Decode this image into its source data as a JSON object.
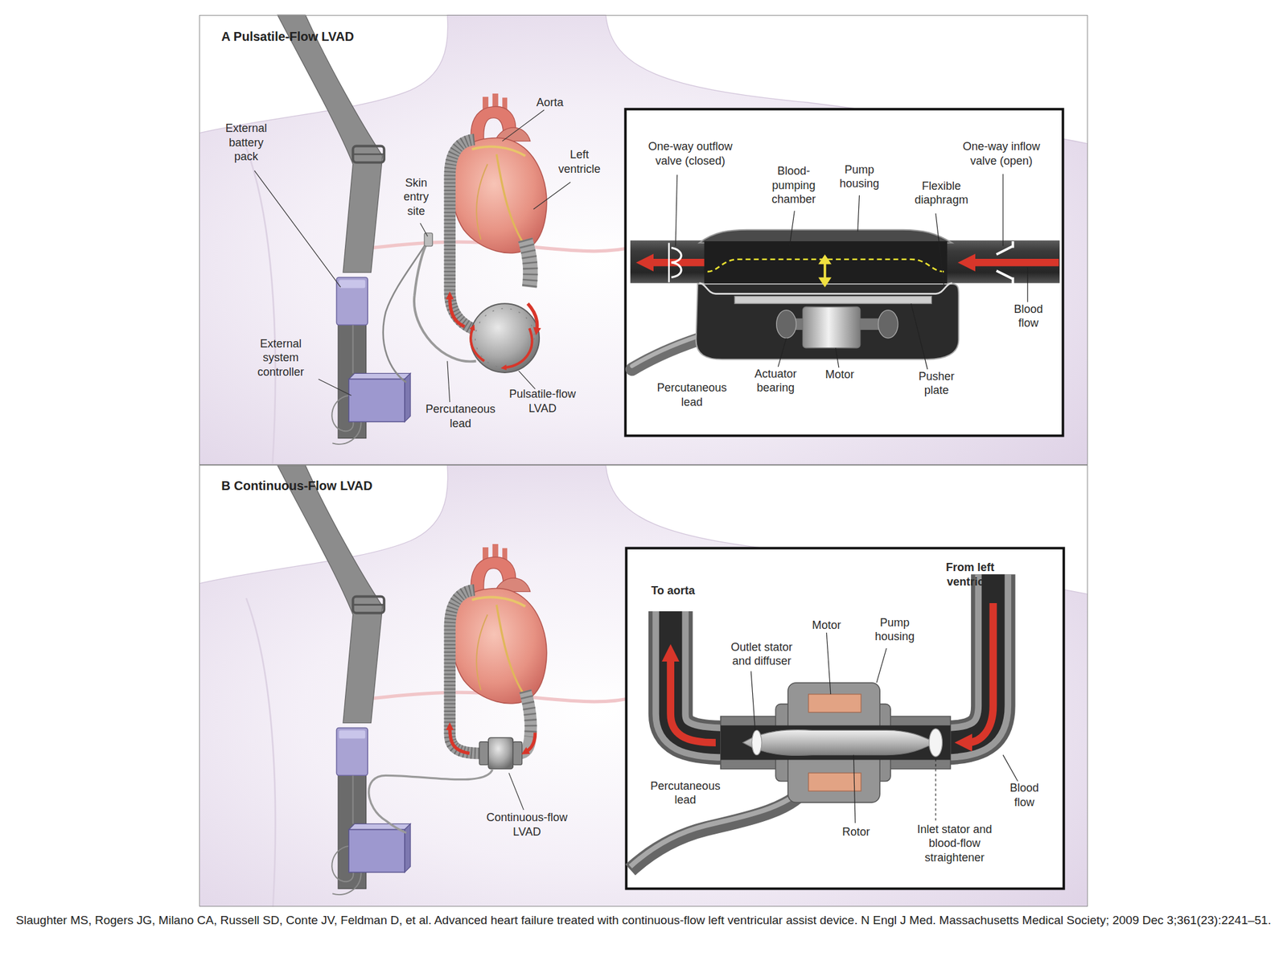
{
  "diagram": {
    "caption": "Slaughter MS, Rogers JG, Milano CA, Russell SD, Conte JV, Feldman D, et al. Advanced heart failure treated with continuous-flow left ventricular assist device. N Engl J Med. Massachusetts Medical Society; 2009 Dec 3;361(23):2241–51.",
    "nodes": [
      {
        "text": [
          "A Pulsatile-Flow LVAD"
        ]
      },
      {
        "text": [
          "B Continuous-Flow LVAD"
        ]
      }
    ],
    "labels": [
      "Aorta",
      "External battery pack",
      "Left ventricle",
      "Skin entry site",
      "External system controller",
      "Percutaneous lead",
      "Pulsatile-flow LVAD",
      "One-way outflow valve (closed)",
      "Blood-pumping chamber",
      "Pump housing",
      "One-way inflow valve (open)",
      "Flexible diaphragm",
      "Blood flow",
      "Percutaneous lead",
      "Actuator bearing",
      "Motor",
      "Pusher plate",
      "Continuous-flow LVAD",
      "To aorta",
      "From left ventricle",
      "Motor",
      "Pump housing",
      "Outlet stator and diffuser",
      "Percutaneous lead",
      "Blood flow",
      "Rotor",
      "Inlet stator and blood-flow straightener"
    ]
  }
}
